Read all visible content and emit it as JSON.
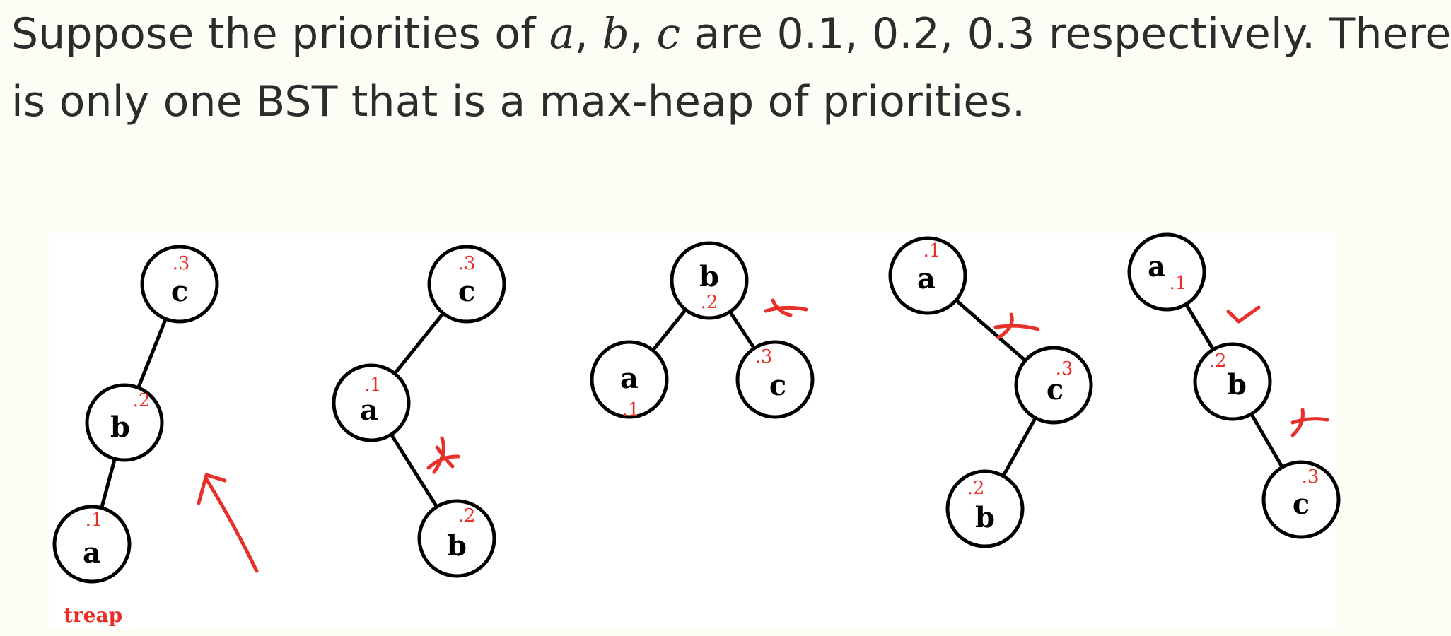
{
  "text": {
    "line1_part1": "Suppose the priorities of ",
    "var_a": "a",
    "comma1": ", ",
    "var_b": "b",
    "comma2": ", ",
    "var_c": "c",
    "line1_part2": " are 0.1, 0.2, 0.3 respectively.  There",
    "line2": "is only one BST that is a max-heap of priorities."
  },
  "diagram": {
    "caption": "treap",
    "colors": {
      "ink": "#000000",
      "annotation": "#e8302a"
    },
    "trees": [
      {
        "id": "tree-1",
        "status": "valid",
        "nodes": [
          {
            "key": "c",
            "priority": ".3"
          },
          {
            "key": "b",
            "priority": ".2"
          },
          {
            "key": "a",
            "priority": ".1"
          }
        ],
        "edges": [
          [
            "c",
            "b"
          ],
          [
            "b",
            "a"
          ]
        ],
        "annotation": "arrow"
      },
      {
        "id": "tree-2",
        "status": "invalid",
        "nodes": [
          {
            "key": "c",
            "priority": ".3"
          },
          {
            "key": "a",
            "priority": ".1"
          },
          {
            "key": "b",
            "priority": ".2"
          }
        ],
        "edges": [
          [
            "c",
            "a"
          ],
          [
            "a",
            "b"
          ]
        ],
        "annotation": "cross"
      },
      {
        "id": "tree-3",
        "status": "invalid",
        "nodes": [
          {
            "key": "b",
            "priority": ".2"
          },
          {
            "key": "a",
            "priority": ".1"
          },
          {
            "key": "c",
            "priority": ".3"
          }
        ],
        "edges": [
          [
            "b",
            "a"
          ],
          [
            "b",
            "c"
          ]
        ],
        "annotation": "cross"
      },
      {
        "id": "tree-4",
        "status": "invalid",
        "nodes": [
          {
            "key": "a",
            "priority": ".1"
          },
          {
            "key": "c",
            "priority": ".3"
          },
          {
            "key": "b",
            "priority": ".2"
          }
        ],
        "edges": [
          [
            "a",
            "c"
          ],
          [
            "c",
            "b"
          ]
        ],
        "annotation": "cross"
      },
      {
        "id": "tree-5",
        "status": "invalid",
        "nodes": [
          {
            "key": "a",
            "priority": ".1"
          },
          {
            "key": "b",
            "priority": ".2"
          },
          {
            "key": "c",
            "priority": ".3"
          }
        ],
        "edges": [
          [
            "a",
            "b"
          ],
          [
            "b",
            "c"
          ]
        ],
        "annotation": "check-and-cross"
      }
    ]
  }
}
